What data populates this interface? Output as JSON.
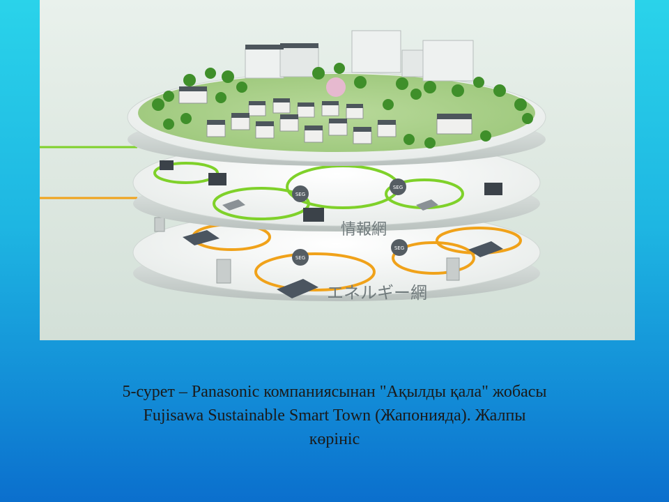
{
  "image": {
    "label_info_network": "情報網",
    "label_energy_network": "エネルギー網",
    "seg_badge": "SEG",
    "colors": {
      "info_ring": "#7fd12a",
      "energy_ring": "#f0a21a",
      "platform": "#f4f6f5",
      "tree": "#3f8f2a"
    }
  },
  "caption": {
    "line1": "5-сурет – Panasonic компаниясынан \"Ақылды қала\" жобасы",
    "line2": "Fujisawa Sustainable Smart Town (Жапонияда). Жалпы",
    "line3": "көрініс"
  }
}
